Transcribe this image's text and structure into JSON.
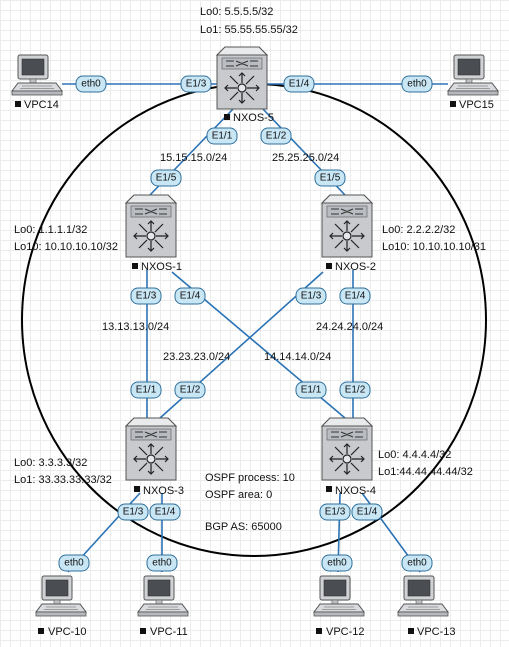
{
  "switches": {
    "nxos5": {
      "name": "NXOS-5",
      "lo0": "Lo0: 5.5.5.5/32",
      "lo1": "Lo1: 55.55.55.55/32"
    },
    "nxos1": {
      "name": "NXOS-1",
      "lo0": "Lo0: 1.1.1.1/32",
      "lo10": "Lo10: 10.10.10.10/32"
    },
    "nxos2": {
      "name": "NXOS-2",
      "lo0": "Lo0: 2.2.2.2/32",
      "lo10": "Lo10: 10.10.10.10/31"
    },
    "nxos3": {
      "name": "NXOS-3",
      "lo0": "Lo0: 3.3.3.3/32",
      "lo1": "Lo1: 33.33.33.33/32"
    },
    "nxos4": {
      "name": "NXOS-4",
      "lo0": "Lo0: 4.4.4.4/32",
      "lo1": "Lo1:44.44.44.44/32"
    }
  },
  "hosts": {
    "vpc14": "VPC14",
    "vpc15": "VPC15",
    "vpc10": "VPC-10",
    "vpc11": "VPC-11",
    "vpc12": "VPC-12",
    "vpc13": "VPC-13"
  },
  "interfaces": {
    "e13": "E1/3",
    "e14": "E1/4",
    "e11": "E1/1",
    "e12": "E1/2",
    "e15": "E1/5",
    "eth0": "eth0"
  },
  "subnets": {
    "n15": "15.15.15.0/24",
    "n25": "25.25.25.0/24",
    "n13": "13.13.13.0/24",
    "n24": "24.24.24.0/24",
    "n23": "23.23.23.0/24",
    "n14": "14.14.14.0/24"
  },
  "info": {
    "ospf_process": "OSPF process: 10",
    "ospf_area": "OSPF area: 0",
    "bgp_as": "BGP AS: 65000"
  },
  "colors": {
    "link": "#2b73b5",
    "pill_fill": "#c9e6f5",
    "switch_body": "#c8cace"
  }
}
